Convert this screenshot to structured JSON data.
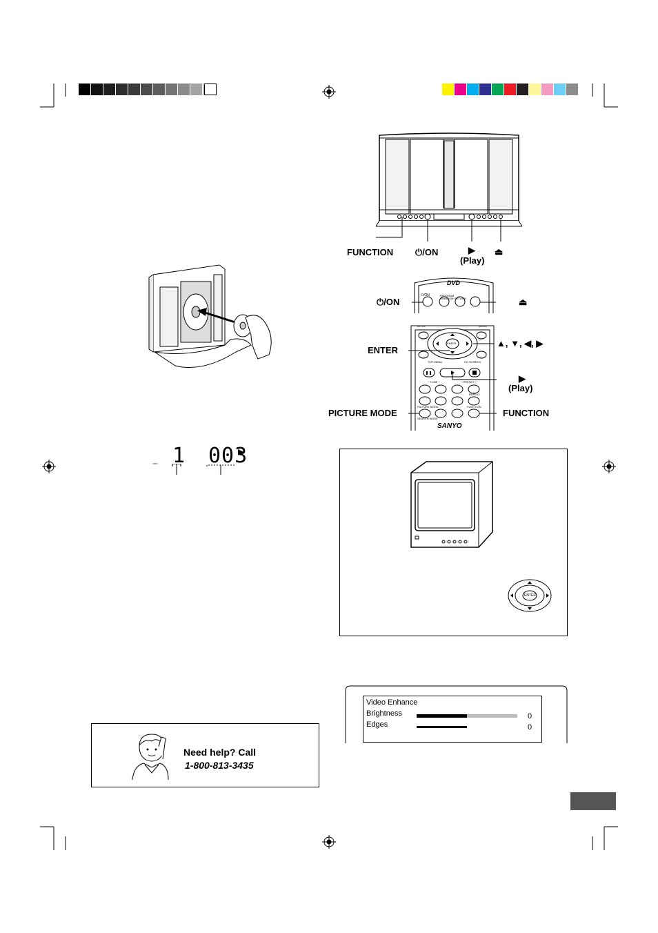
{
  "colors": {
    "gray_swatches": [
      "#000000",
      "#111111",
      "#1f1f1f",
      "#2d2d2d",
      "#3b3b3b",
      "#4b4b4b",
      "#5e5e5e",
      "#737373",
      "#8a8a8a",
      "#a3a3a3",
      "#c0c0c0",
      "#ffffff"
    ],
    "color_swatches": [
      "#fff200",
      "#ec008c",
      "#00aeef",
      "#2e3192",
      "#00a651",
      "#ed1c24",
      "#231f20",
      "#fff799",
      "#f49ac1",
      "#6dcff6",
      "#8c8c8c"
    ]
  },
  "unit_labels": {
    "function": "FUNCTION",
    "on": "⏻/ON",
    "play_symbol": "▶",
    "play": "(Play)",
    "eject": "⏏"
  },
  "remote_labels": {
    "on": "⏻/ON",
    "eject": "⏏",
    "enter": "ENTER",
    "arrows": "▲, ▼, ◀, ▶",
    "play_symbol": "▶",
    "play": "(Play)",
    "picture_mode": "PICTURE MODE",
    "function": "FUNCTION",
    "brand": "SANYO",
    "dvd_logo": "DVD",
    "btn_setup": "SETUP",
    "btn_menu": "MENU",
    "btn_top_menu": "TOP MENU",
    "btn_on_screen": "ON SCREEN",
    "btn_return": "RETURN",
    "btn_program": "PROGRAM /RANDOM",
    "btn_enter": "ENTER",
    "tune": "− TUNE +",
    "preset": "− PRESET +",
    "btn_repeat": "REPEAT",
    "btn_function": "FUNCTION",
    "btn_picture_mode": "PICTURE MODE",
    "btn_search_mode": "SEARCH MODE"
  },
  "display": {
    "disc_icon": "▫▫▫",
    "track": "1",
    "counter": "003",
    "play_indicator": "▶"
  },
  "tv_panel": {
    "enter_label": "ENTER"
  },
  "help": {
    "line1": "Need help? Call",
    "line2": "1-800-813-3435"
  },
  "menu": {
    "title": "Video Enhance",
    "rows": [
      {
        "label": "Brightness",
        "value": "0",
        "level": 0.5
      },
      {
        "label": "Edges",
        "value": "0",
        "level": 0.5
      }
    ]
  }
}
